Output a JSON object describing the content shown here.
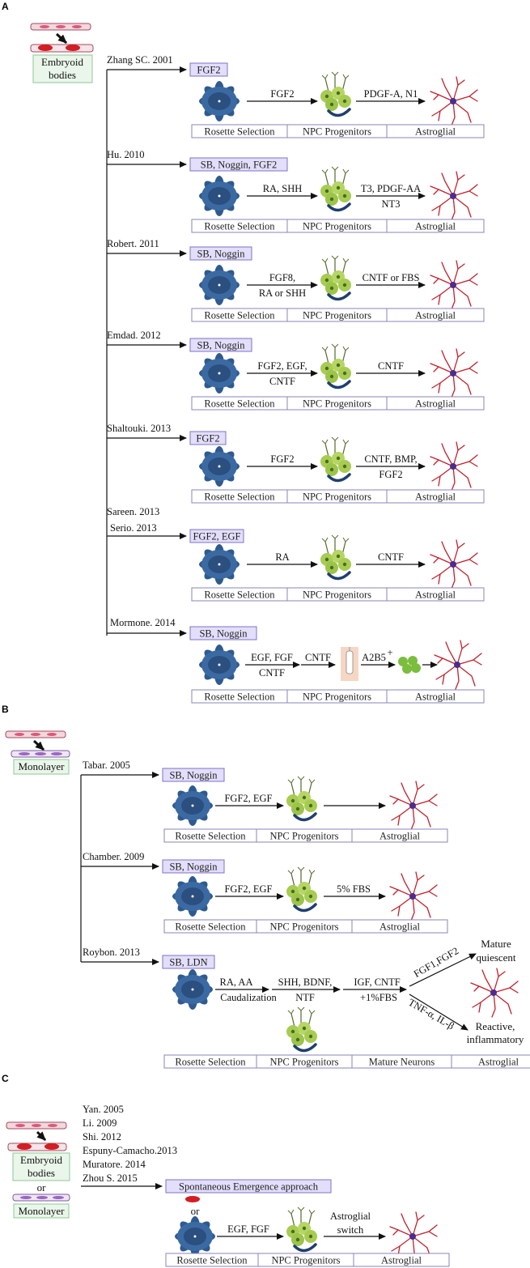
{
  "colors": {
    "condition_box_fill": "#e3defa",
    "condition_box_stroke": "#7f72c6",
    "stage_box_stroke": "#8a86b8",
    "start_box_fill": "#eaf6ea",
    "start_box_stroke": "#8fc79a",
    "rosette": "#2f5a8e",
    "npc": "#a7cc52",
    "astro": "#c2212c"
  },
  "panel_a": {
    "label": "A",
    "start_label_line1": "Embryoid",
    "start_label_line2": "bodies",
    "entries": [
      {
        "ref": "Zhang SC. 2001",
        "condition": "FGF2",
        "step1": [
          "FGF2"
        ],
        "step2": [
          "PDGF-A, N1"
        ]
      },
      {
        "ref": "Hu. 2010",
        "condition": "SB, Noggin, FGF2",
        "step1": [
          "RA, SHH"
        ],
        "step2": [
          "T3, PDGF-AA",
          "NT3"
        ]
      },
      {
        "ref": "Robert. 2011",
        "condition": "SB, Noggin",
        "step1": [
          "FGF8,",
          "RA or SHH"
        ],
        "step2": [
          "CNTF or FBS"
        ]
      },
      {
        "ref": "Emdad. 2012",
        "condition": "SB, Noggin",
        "step1": [
          "FGF2, EGF,",
          "CNTF"
        ],
        "step2": [
          "CNTF"
        ]
      },
      {
        "ref": "Shaltouki. 2013",
        "condition": "FGF2",
        "step1": [
          "FGF2"
        ],
        "step2": [
          "CNTF, BMP,",
          "FGF2"
        ]
      },
      {
        "ref": "Sareen. 2013",
        "ref2": "Serio. 2013",
        "condition": "FGF2, EGF",
        "step1": [
          "RA"
        ],
        "step2": [
          "CNTF"
        ]
      }
    ],
    "last": {
      "ref": "Mormone. 2014",
      "condition": "SB, Noggin",
      "step1": [
        "EGF, FGF",
        "CNTF"
      ],
      "step2": "CNTF",
      "step3": "A2B5",
      "step3_sup": "+"
    },
    "stages": [
      "Rosette Selection",
      "NPC Progenitors",
      "Astroglial"
    ]
  },
  "panel_b": {
    "label": "B",
    "start_label": "Monolayer",
    "entries": [
      {
        "ref": "Tabar. 2005",
        "condition": "SB, Noggin",
        "step1": "FGF2, EGF",
        "step2": ""
      },
      {
        "ref": "Chamber. 2009",
        "condition": "SB, Noggin",
        "step1": "FGF2, EGF",
        "step2": "5% FBS"
      }
    ],
    "last": {
      "ref": "Roybon. 2013",
      "condition": "SB, LDN",
      "step1": [
        "RA, AA",
        "Caudalization"
      ],
      "step2": [
        "SHH, BDNF,",
        "NTF"
      ],
      "step3": [
        "IGF, CNTF",
        "+1%FBS"
      ],
      "branch_up": "FGF1,FGF2",
      "branch_down": "TNF-α, IL-β",
      "outcome_up": [
        "Mature",
        "quiescent"
      ],
      "outcome_down": [
        "Reactive,",
        "inflammatory"
      ]
    },
    "stages": [
      "Rosette Selection",
      "NPC Progenitors",
      "Astroglial"
    ],
    "stages_last": [
      "Rosette Selection",
      "NPC Progenitors",
      "Mature Neurons",
      "Astroglial"
    ]
  },
  "panel_c": {
    "label": "C",
    "refs": [
      "Yan. 2005",
      "Li. 2009",
      "Shi. 2012",
      "Espuny-Camacho.2013",
      "Muratore. 2014",
      "Zhou S. 2015"
    ],
    "start_label_line1": "Embryoid",
    "start_label_line2": "bodies",
    "or_text": "or",
    "start_label_alt": "Monolayer",
    "condition": "Spontaneous Emergence approach",
    "or_text2": "or",
    "step1": "EGF, FGF",
    "step2": [
      "Astroglial",
      "switch"
    ],
    "stages": [
      "Rosette Selection",
      "NPC Progenitors",
      "Astroglial"
    ]
  }
}
